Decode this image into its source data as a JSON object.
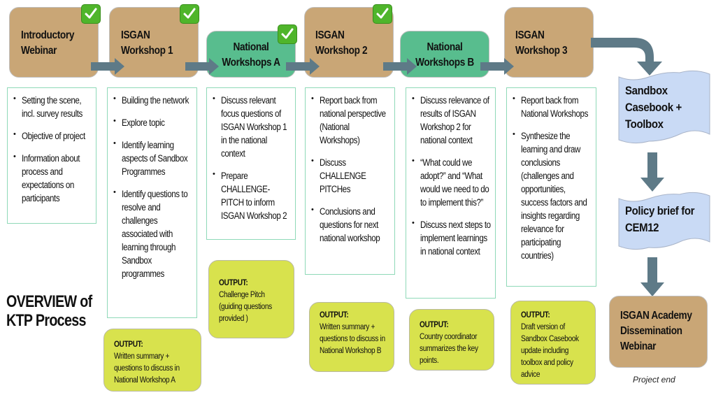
{
  "title": {
    "line1": "OVERVIEW of",
    "line2": "KTP Process"
  },
  "colors": {
    "isgan_stage": "#c9a676",
    "national_stage": "#58bd8e",
    "output_box": "#d8e24d",
    "deliverable": "#c9daf5",
    "arrow": "#5e7a87",
    "checkmark": "#4fb52b",
    "bullet_border": "#8fd9b8"
  },
  "stages": [
    {
      "id": "introductory-webinar",
      "line1": "Introductory",
      "line2": "Webinar",
      "type": "isgan",
      "completed": true,
      "check_icon": "checkmark-icon",
      "bullets": [
        "Setting the scene, incl. survey results",
        "Objective of project",
        "Information about process and expectations on participants"
      ]
    },
    {
      "id": "isgan-workshop-1",
      "line1": "ISGAN",
      "line2": "Workshop 1",
      "type": "isgan",
      "completed": true,
      "check_icon": "checkmark-icon",
      "bullets": [
        "Building the network",
        "Explore topic",
        "Identify learning aspects of Sandbox Programmes",
        "Identify questions to resolve and challenges associated with learning through Sandbox programmes"
      ],
      "output": {
        "title": "OUTPUT:",
        "text": "Written summary + questions to discuss in National Workshop A"
      }
    },
    {
      "id": "national-workshops-a",
      "line1": "National",
      "line2": "Workshops A",
      "type": "national",
      "completed": true,
      "check_icon": "checkmark-icon",
      "bullets": [
        "Discuss relevant focus questions of ISGAN Workshop 1 in the national context",
        "Prepare CHALLENGE-PITCH to inform ISGAN Workshop 2"
      ],
      "output": {
        "title": "OUTPUT:",
        "text": "Challenge Pitch (guiding questions provided )"
      }
    },
    {
      "id": "isgan-workshop-2",
      "line1": "ISGAN",
      "line2": "Workshop 2",
      "type": "isgan",
      "completed": true,
      "check_icon": "checkmark-icon",
      "bullets": [
        "Report back from national perspective (National Workshops)",
        "Discuss CHALLENGE PITCHes",
        "Conclusions and questions for next national workshop"
      ],
      "output": {
        "title": "OUTPUT:",
        "text": "Written summary + questions to discuss in  National Workshop B"
      }
    },
    {
      "id": "national-workshops-b",
      "line1": "National",
      "line2": "Workshops B",
      "type": "national",
      "completed": false,
      "bullets": [
        "Discuss relevance of results of ISGAN Workshop 2 for national context",
        "“What could we adopt?” and  “What would we need to do to implement this?”",
        "Discuss next steps to implement learnings in national context"
      ],
      "output": {
        "title": "OUTPUT:",
        "text": "Country coordinator summarizes  the key points."
      }
    },
    {
      "id": "isgan-workshop-3",
      "line1": "ISGAN",
      "line2": "Workshop 3",
      "type": "isgan",
      "completed": false,
      "bullets": [
        "Report back from National Workshops",
        "Synthesize the learning and draw conclusions (challenges and opportunities, success factors and insights regarding relevance for participating countries)"
      ],
      "output": {
        "title": "OUTPUT:",
        "text": "Draft version of Sandbox Casebook update including toolbox and policy advice"
      }
    }
  ],
  "deliverables": [
    {
      "line1": "Sandbox",
      "line2": "Casebook +",
      "line3": "Toolbox"
    },
    {
      "line1": "Policy brief for",
      "line2": "CEM12"
    }
  ],
  "final_stage": {
    "line1": "ISGAN Academy",
    "line2": "Dissemination",
    "line3": "Webinar",
    "caption": "Project end"
  }
}
